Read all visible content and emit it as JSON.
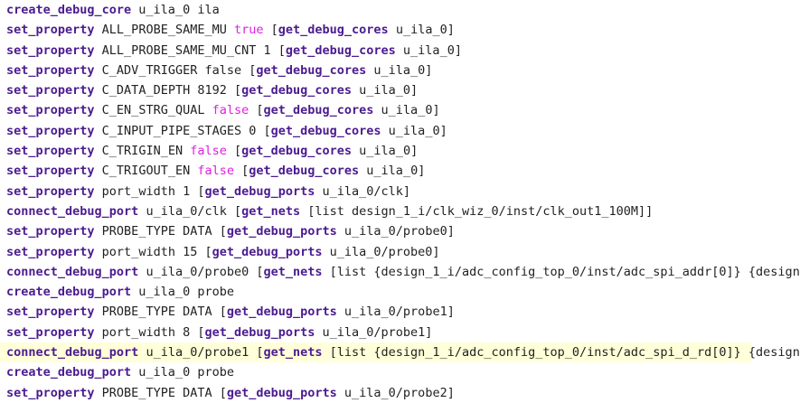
{
  "colors": {
    "keyword": "#4b1b8f",
    "boolean": "#e020e0",
    "text": "#222222",
    "current_line_bg": "#ffffd9",
    "background": "#ffffff"
  },
  "editor": {
    "current_line_index": 17,
    "lines": [
      [
        {
          "t": "kw",
          "v": "create_debug_core"
        },
        {
          "t": "txt",
          "v": " u_ila_0 ila"
        }
      ],
      [
        {
          "t": "kw",
          "v": "set_property"
        },
        {
          "t": "txt",
          "v": " ALL_PROBE_SAME_MU "
        },
        {
          "t": "bool",
          "v": "true"
        },
        {
          "t": "txt",
          "v": " ["
        },
        {
          "t": "kw",
          "v": "get_debug_cores"
        },
        {
          "t": "txt",
          "v": " u_ila_0]"
        }
      ],
      [
        {
          "t": "kw",
          "v": "set_property"
        },
        {
          "t": "txt",
          "v": " ALL_PROBE_SAME_MU_CNT 1 ["
        },
        {
          "t": "kw",
          "v": "get_debug_cores"
        },
        {
          "t": "txt",
          "v": " u_ila_0]"
        }
      ],
      [
        {
          "t": "kw",
          "v": "set_property"
        },
        {
          "t": "txt",
          "v": " C_ADV_TRIGGER false ["
        },
        {
          "t": "kw",
          "v": "get_debug_cores"
        },
        {
          "t": "txt",
          "v": " u_ila_0]"
        }
      ],
      [
        {
          "t": "kw",
          "v": "set_property"
        },
        {
          "t": "txt",
          "v": " C_DATA_DEPTH 8192 ["
        },
        {
          "t": "kw",
          "v": "get_debug_cores"
        },
        {
          "t": "txt",
          "v": " u_ila_0]"
        }
      ],
      [
        {
          "t": "kw",
          "v": "set_property"
        },
        {
          "t": "txt",
          "v": " C_EN_STRG_QUAL "
        },
        {
          "t": "bool",
          "v": "false"
        },
        {
          "t": "txt",
          "v": " ["
        },
        {
          "t": "kw",
          "v": "get_debug_cores"
        },
        {
          "t": "txt",
          "v": " u_ila_0]"
        }
      ],
      [
        {
          "t": "kw",
          "v": "set_property"
        },
        {
          "t": "txt",
          "v": " C_INPUT_PIPE_STAGES 0 ["
        },
        {
          "t": "kw",
          "v": "get_debug_cores"
        },
        {
          "t": "txt",
          "v": " u_ila_0]"
        }
      ],
      [
        {
          "t": "kw",
          "v": "set_property"
        },
        {
          "t": "txt",
          "v": " C_TRIGIN_EN "
        },
        {
          "t": "bool",
          "v": "false"
        },
        {
          "t": "txt",
          "v": " ["
        },
        {
          "t": "kw",
          "v": "get_debug_cores"
        },
        {
          "t": "txt",
          "v": " u_ila_0]"
        }
      ],
      [
        {
          "t": "kw",
          "v": "set_property"
        },
        {
          "t": "txt",
          "v": " C_TRIGOUT_EN "
        },
        {
          "t": "bool",
          "v": "false"
        },
        {
          "t": "txt",
          "v": " ["
        },
        {
          "t": "kw",
          "v": "get_debug_cores"
        },
        {
          "t": "txt",
          "v": " u_ila_0]"
        }
      ],
      [
        {
          "t": "kw",
          "v": "set_property"
        },
        {
          "t": "txt",
          "v": " port_width 1 ["
        },
        {
          "t": "kw",
          "v": "get_debug_ports"
        },
        {
          "t": "txt",
          "v": " u_ila_0/clk]"
        }
      ],
      [
        {
          "t": "kw",
          "v": "connect_debug_port"
        },
        {
          "t": "txt",
          "v": " u_ila_0/clk ["
        },
        {
          "t": "kw",
          "v": "get_nets"
        },
        {
          "t": "txt",
          "v": " [list design_1_i/clk_wiz_0/inst/clk_out1_100M]]"
        }
      ],
      [
        {
          "t": "kw",
          "v": "set_property"
        },
        {
          "t": "txt",
          "v": " PROBE_TYPE DATA ["
        },
        {
          "t": "kw",
          "v": "get_debug_ports"
        },
        {
          "t": "txt",
          "v": " u_ila_0/probe0]"
        }
      ],
      [
        {
          "t": "kw",
          "v": "set_property"
        },
        {
          "t": "txt",
          "v": " port_width 15 ["
        },
        {
          "t": "kw",
          "v": "get_debug_ports"
        },
        {
          "t": "txt",
          "v": " u_ila_0/probe0]"
        }
      ],
      [
        {
          "t": "kw",
          "v": "connect_debug_port"
        },
        {
          "t": "txt",
          "v": " u_ila_0/probe0 ["
        },
        {
          "t": "kw",
          "v": "get_nets"
        },
        {
          "t": "txt",
          "v": " [list {design_1_i/adc_config_top_0/inst/adc_spi_addr[0]} {design"
        }
      ],
      [
        {
          "t": "kw",
          "v": "create_debug_port"
        },
        {
          "t": "txt",
          "v": " u_ila_0 probe"
        }
      ],
      [
        {
          "t": "kw",
          "v": "set_property"
        },
        {
          "t": "txt",
          "v": " PROBE_TYPE DATA ["
        },
        {
          "t": "kw",
          "v": "get_debug_ports"
        },
        {
          "t": "txt",
          "v": " u_ila_0/probe1]"
        }
      ],
      [
        {
          "t": "kw",
          "v": "set_property"
        },
        {
          "t": "txt",
          "v": " port_width 8 ["
        },
        {
          "t": "kw",
          "v": "get_debug_ports"
        },
        {
          "t": "txt",
          "v": " u_ila_0/probe1]"
        }
      ],
      [
        {
          "t": "kw",
          "v": "connect_debug_port"
        },
        {
          "t": "txt",
          "v": " u_ila_0/probe1 ["
        },
        {
          "t": "kw",
          "v": "get_nets"
        },
        {
          "t": "txt",
          "v": " [list {design_1_i/adc_config_top_0/inst/adc_spi_d_rd[0]} {design"
        }
      ],
      [
        {
          "t": "kw",
          "v": "create_debug_port"
        },
        {
          "t": "txt",
          "v": " u_ila_0 probe"
        }
      ],
      [
        {
          "t": "kw",
          "v": "set_property"
        },
        {
          "t": "txt",
          "v": " PROBE_TYPE DATA ["
        },
        {
          "t": "kw",
          "v": "get_debug_ports"
        },
        {
          "t": "txt",
          "v": " u_ila_0/probe2]"
        }
      ]
    ]
  }
}
